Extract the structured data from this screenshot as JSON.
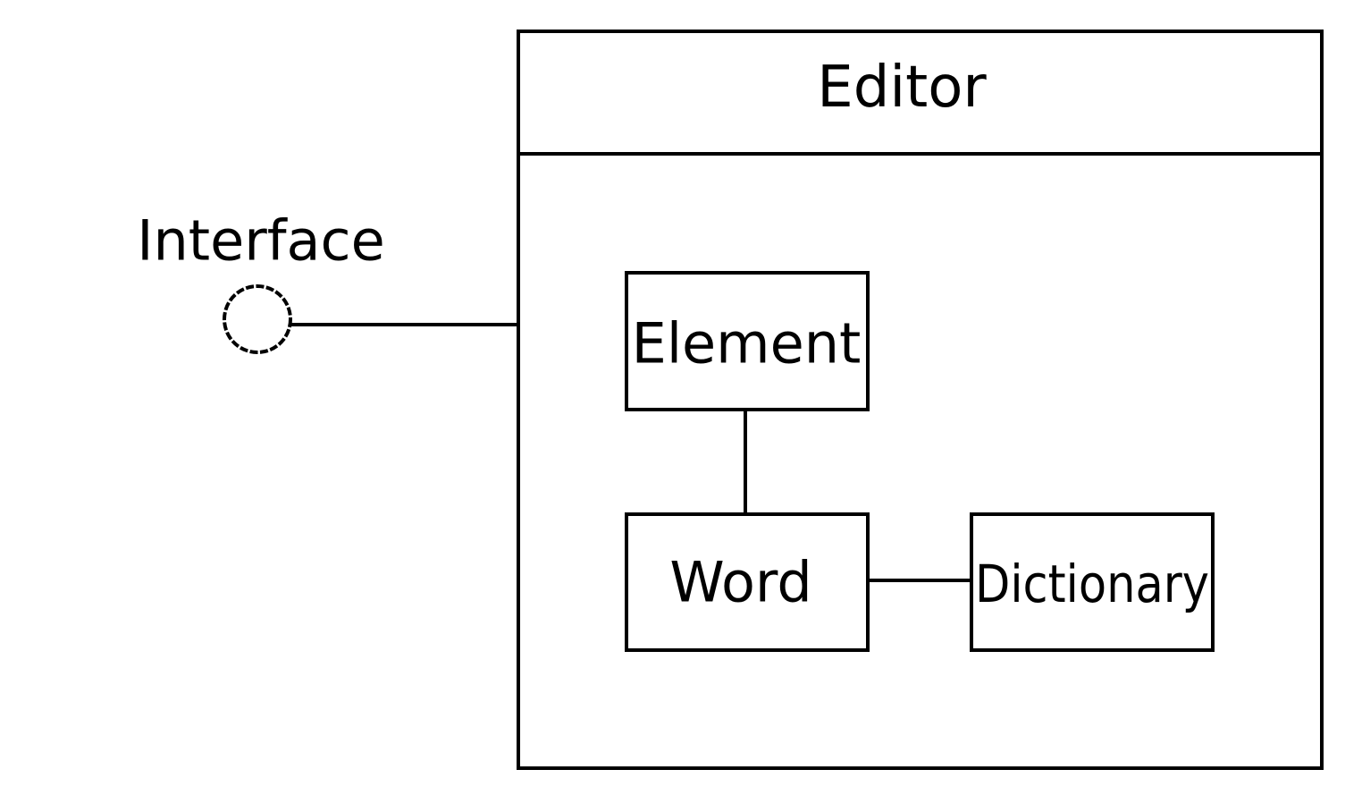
{
  "diagram": {
    "type": "component",
    "stroke_color": "#000000",
    "background_color": "#ffffff",
    "container": {
      "name": "Editor"
    },
    "interface": {
      "label": "Interface"
    },
    "nodes": {
      "element": {
        "label": "Element"
      },
      "word": {
        "label": "Word"
      },
      "dictionary": {
        "label": "Dictionary"
      }
    },
    "connections": [
      {
        "from": "interface",
        "to": "editor"
      },
      {
        "from": "element",
        "to": "word"
      },
      {
        "from": "word",
        "to": "dictionary"
      }
    ]
  }
}
